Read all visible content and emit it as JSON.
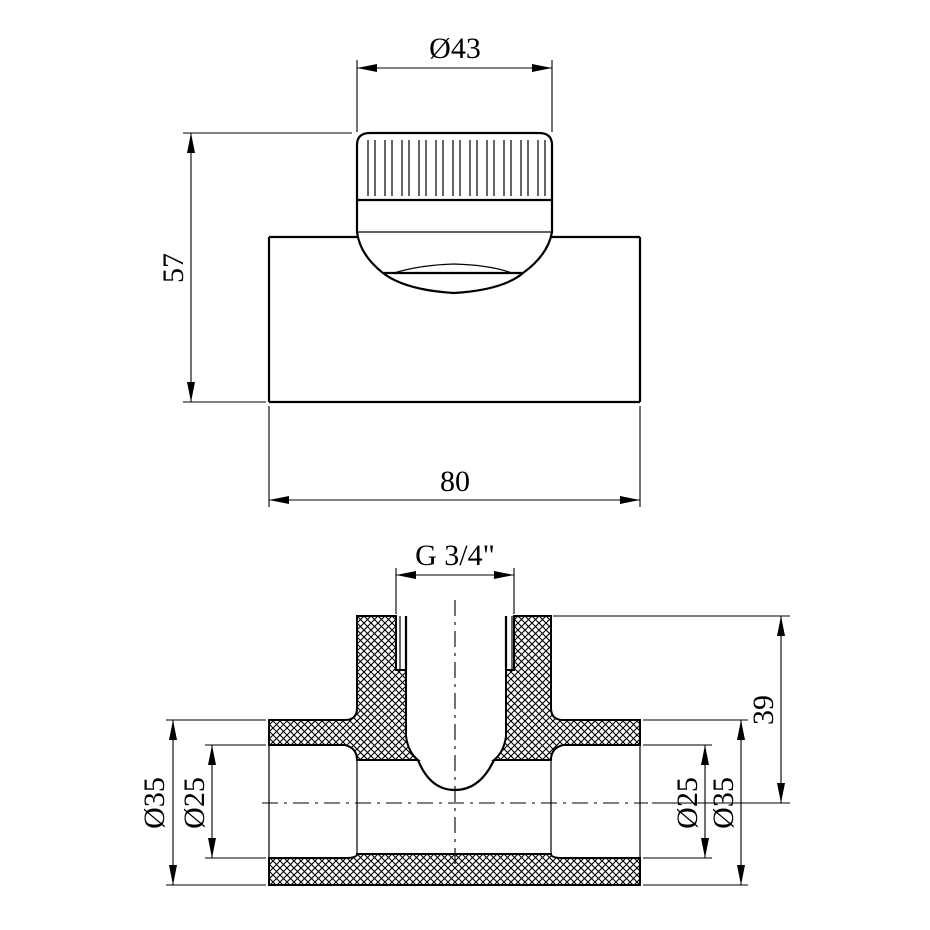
{
  "dimensions": {
    "top_view": {
      "nut_diameter": "Ø43",
      "height": "57",
      "length": "80"
    },
    "section_view": {
      "thread": "G 3/4\"",
      "branch_height": "39",
      "left_outer_diameter": "Ø35",
      "left_inner_diameter": "Ø25",
      "right_inner_diameter": "Ø25",
      "right_outer_diameter": "Ø35"
    }
  },
  "colors": {
    "line": "#000000",
    "background": "#ffffff"
  }
}
